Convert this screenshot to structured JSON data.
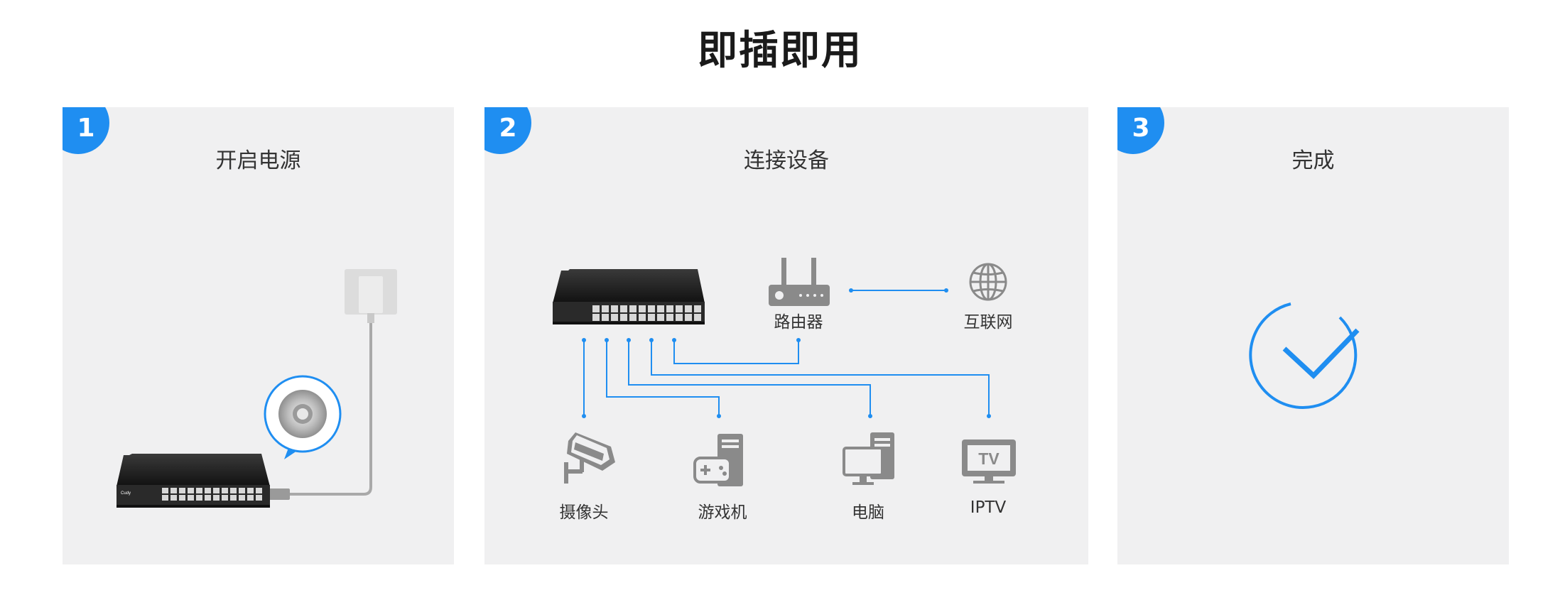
{
  "page": {
    "title": "即插即用"
  },
  "steps": [
    {
      "number": "1",
      "title": "开启电源"
    },
    {
      "number": "2",
      "title": "连接设备"
    },
    {
      "number": "3",
      "title": "完成"
    }
  ],
  "switch": {
    "brand": "Cudy"
  },
  "devices": {
    "router": "路由器",
    "internet": "互联网",
    "camera": "摄像头",
    "gaming": "游戏机",
    "pc": "电脑",
    "iptv": "IPTV",
    "tv_screen_text": "TV"
  },
  "colors": {
    "accent": "#1f8ef1",
    "panel_bg": "#f0f0f1",
    "icon_gray": "#8a8a8a"
  }
}
